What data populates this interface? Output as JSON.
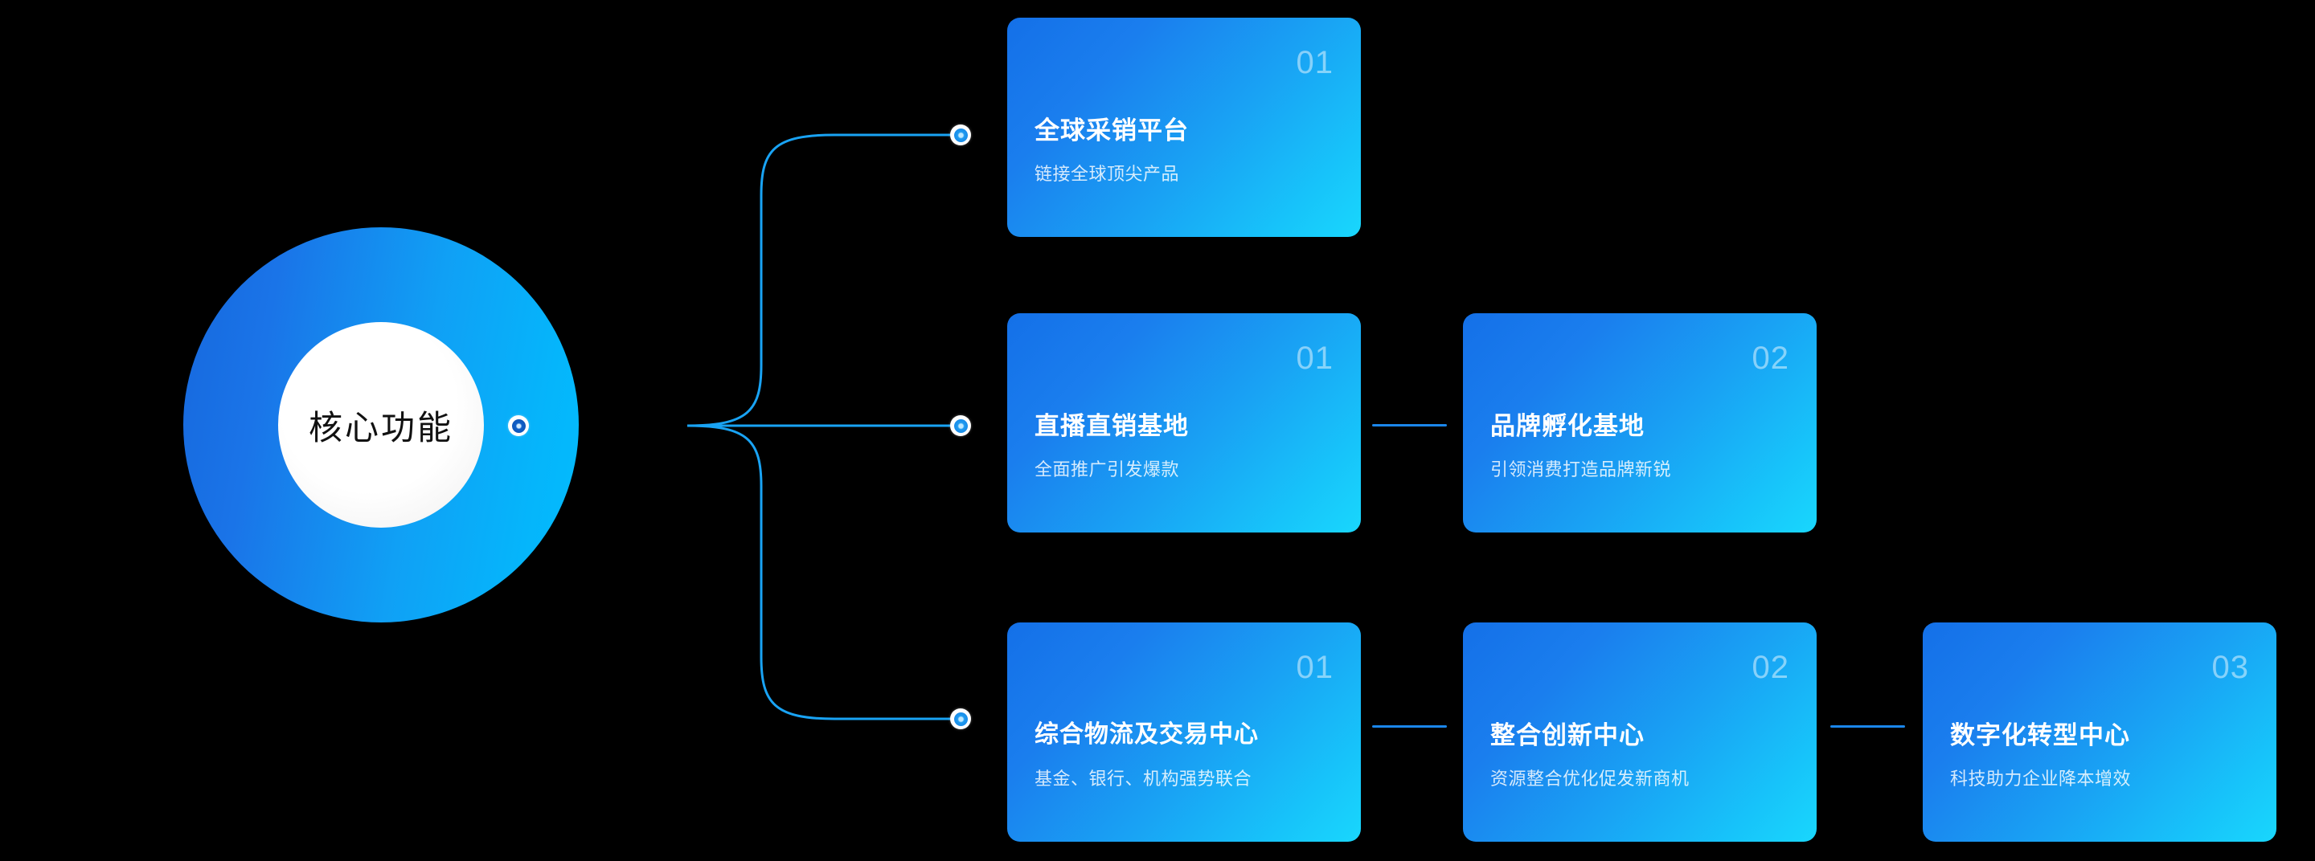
{
  "hub": {
    "label": "核心功能",
    "node_icon": "connector-dot-icon"
  },
  "colors": {
    "background": "#000000",
    "hub_gradient_start": "#1668dd",
    "hub_gradient_end": "#03bdfd",
    "card_gradient_start": "#1470e8",
    "card_gradient_end": "#19d7fd",
    "wire": "#19a3f4",
    "link_line": "#1b86ea",
    "node_ring": "#ffffff",
    "hub_label_text": "#111111",
    "card_title_text": "#ffffff",
    "card_number_text": "rgba(255,255,255,0.48)"
  },
  "branches": [
    {
      "name": "branch-1",
      "node_icon": "connector-dot-icon",
      "cards": [
        {
          "number": "01",
          "title": "全球采销平台",
          "subtitle": "链接全球顶尖产品"
        }
      ]
    },
    {
      "name": "branch-2",
      "node_icon": "connector-dot-icon",
      "cards": [
        {
          "number": "01",
          "title": "直播直销基地",
          "subtitle": "全面推广引发爆款"
        },
        {
          "number": "02",
          "title": "品牌孵化基地",
          "subtitle": "引领消费打造品牌新锐"
        }
      ]
    },
    {
      "name": "branch-3",
      "node_icon": "connector-dot-icon",
      "cards": [
        {
          "number": "01",
          "title": "综合物流及交易中心",
          "subtitle": "基金、银行、机构强势联合"
        },
        {
          "number": "02",
          "title": "整合创新中心",
          "subtitle": "资源整合优化促发新商机"
        },
        {
          "number": "03",
          "title": "数字化转型中心",
          "subtitle": "科技助力企业降本增效"
        }
      ]
    }
  ]
}
